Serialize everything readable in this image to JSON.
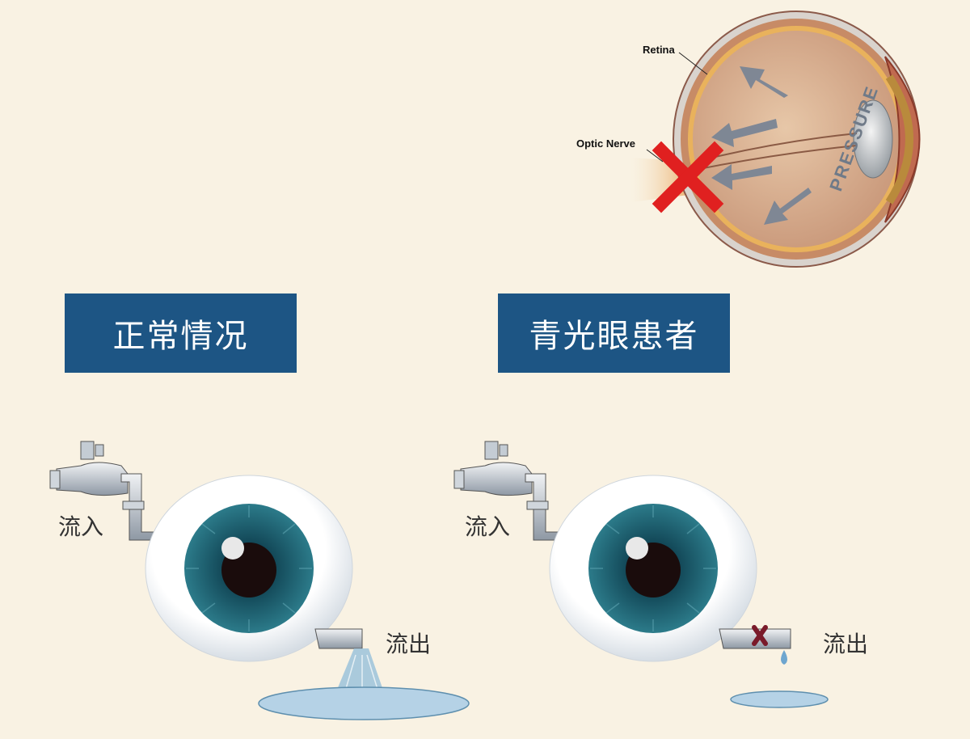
{
  "anatomy": {
    "retina_label": "Retina",
    "optic_nerve_label": "Optic Nerve",
    "pressure_label": "PRESSURE"
  },
  "panels": {
    "normal": {
      "title": "正常情况",
      "inflow_label": "流入",
      "outflow_label": "流出"
    },
    "glaucoma": {
      "title": "青光眼患者",
      "inflow_label": "流入",
      "outflow_label": "流出"
    }
  },
  "colors": {
    "background": "#f9f2e3",
    "title_box": "#1d5584",
    "iris": "#1f6a7a",
    "blocked_x": "#e02020",
    "arrow": "#7a8595"
  }
}
